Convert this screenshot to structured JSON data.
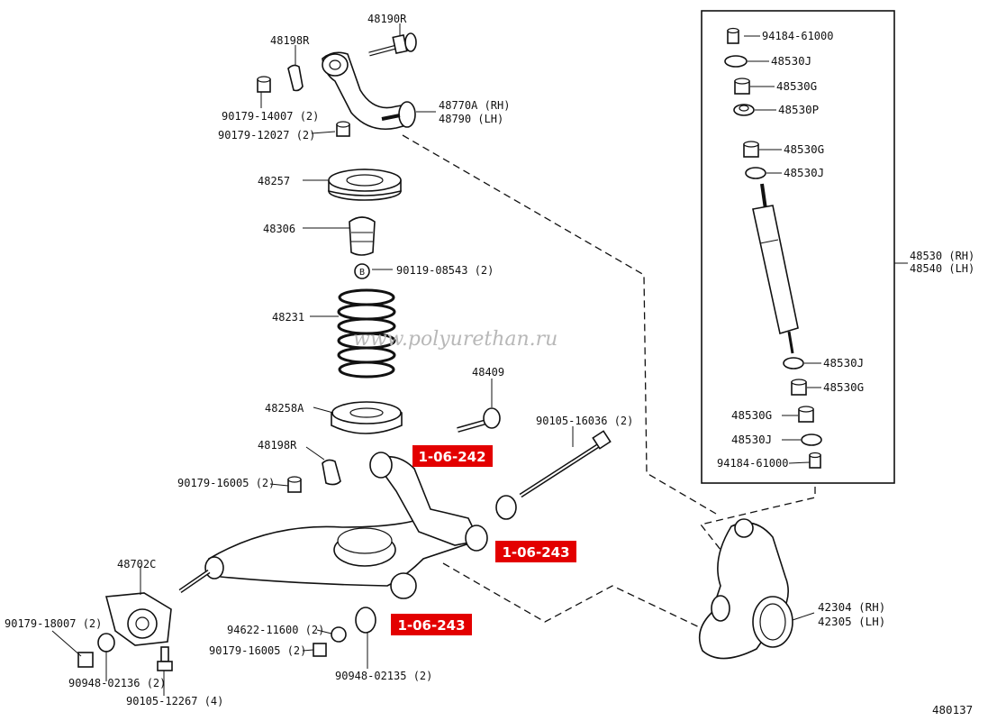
{
  "watermark": "www.polyurethan.ru",
  "figure_number": "480137",
  "part_labels": {
    "p48190R": "48190R",
    "p48198R_top": "48198R",
    "p90179_14007": "90179-14007 (2)",
    "p90179_12027": "90179-12027 (2)",
    "p48770A": "48770A (RH)",
    "p48790": "48790  (LH)",
    "p48257": "48257",
    "p48306": "48306",
    "p90119_08543": "90119-08543 (2)",
    "p48231": "48231",
    "p48258A": "48258A",
    "p48409": "48409",
    "p90105_16036": "90105-16036 (2)",
    "p48198R_mid": "48198R",
    "p90179_16005_a": "90179-16005 (2)",
    "p48702C": "48702C",
    "p90179_18007": "90179-18007 (2)",
    "p90948_02136": "90948-02136 (2)",
    "p90105_12267": "90105-12267 (4)",
    "p94622_11600": "94622-11600 (2)",
    "p90179_16005_b": "90179-16005 (2)",
    "p90948_02135": "90948-02135 (2)",
    "p42304": "42304 (RH)",
    "p42305": "42305 (LH)",
    "p94184_61000_top": "94184-61000",
    "p48530J_1": "48530J",
    "p48530G_1": "48530G",
    "p48530P": "48530P",
    "p48530G_2": "48530G",
    "p48530J_2": "48530J",
    "p48530RH": "48530 (RH)",
    "p48540LH": "48540 (LH)",
    "p48530J_3": "48530J",
    "p48530G_3": "48530G",
    "p48530G_4": "48530G",
    "p48530J_4": "48530J",
    "p94184_61000_bot": "94184-61000"
  },
  "callouts": {
    "c1": "1-06-242",
    "c2": "1-06-243",
    "c3": "1-06-243"
  },
  "colors": {
    "callout_bg": "#e30000",
    "line": "#111111",
    "watermark": "#b8b8b8"
  }
}
